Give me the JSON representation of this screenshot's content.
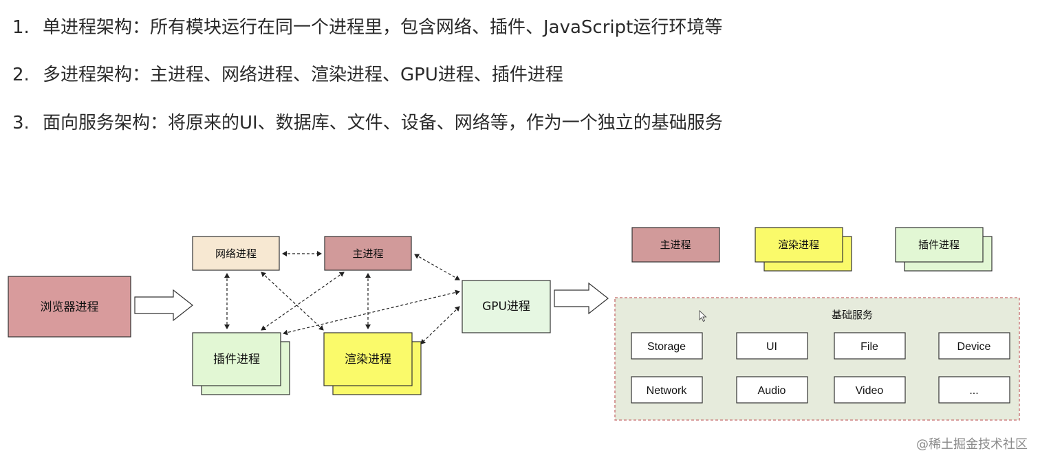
{
  "list": [
    {
      "num": "1.",
      "text": "单进程架构：所有模块运行在同一个进程里，包含网络、插件、JavaScript运行环境等"
    },
    {
      "num": "2.",
      "text": "多进程架构：主进程、网络进程、渲染进程、GPU进程、插件进程"
    },
    {
      "num": "3.",
      "text": "面向服务架构：将原来的UI、数据库、文件、设备、网络等，作为一个独立的基础服务"
    }
  ],
  "left_diagram": {
    "browser": "浏览器进程",
    "network": "网络进程",
    "main": "主进程",
    "gpu": "GPU进程",
    "plugin": "插件进程",
    "render": "渲染进程"
  },
  "right_diagram": {
    "main": "主进程",
    "render": "渲染进程",
    "plugin": "插件进程",
    "base_title": "基础服务",
    "services": [
      "Storage",
      "UI",
      "File",
      "Device",
      "Network",
      "Audio",
      "Video",
      "..."
    ]
  },
  "watermark": "@稀土掘金技术社区",
  "colors": {
    "browser_fill": "#d89b9c",
    "main_fill": "#d19a9a",
    "network_fill": "#f7e8d2",
    "plugin_fill": "#e2f7d4",
    "render_fill": "#fafa6a",
    "gpu_fill": "#e6f7e2",
    "base_fill": "#e6ebdc"
  }
}
